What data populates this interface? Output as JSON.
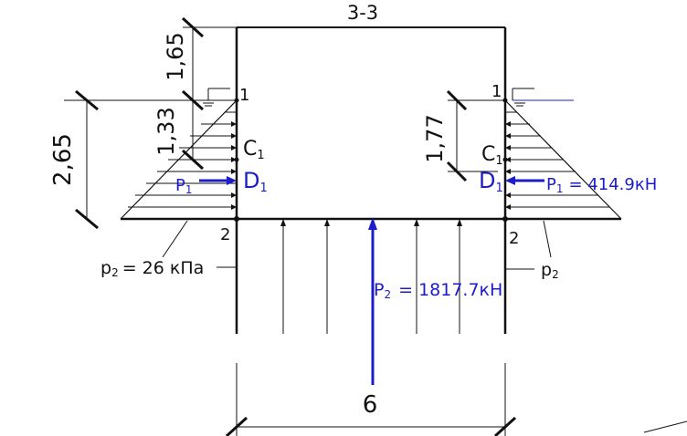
{
  "section_title": "3-3",
  "dimensions": {
    "top_height": "1,65",
    "left_total_height": "2,65",
    "left_centroid_depth": "1,33",
    "right_centroid_depth": "1,77",
    "bottom_width": "6"
  },
  "points": {
    "left_top": "1",
    "right_top": "1",
    "left_bottom": "2",
    "right_bottom": "2",
    "left_centroid_main": "C",
    "left_centroid_sub": "1",
    "right_centroid_main": "C",
    "right_centroid_sub": "1",
    "left_force_point_main": "D",
    "left_force_point_sub": "1",
    "right_force_point_main": "D",
    "right_force_point_sub": "1"
  },
  "loads": {
    "left_P1_main": "P",
    "left_P1_sub": "1",
    "right_P1_main": "P",
    "right_P1_sub": "1",
    "right_P1_value": "= 414.9кН",
    "p2_left_main": "p",
    "p2_left_sub": "2",
    "p2_left_value": "= 26 кПа",
    "p2_right_main": "p",
    "p2_right_sub": "2",
    "P2_main": "P",
    "P2_sub": "2",
    "P2_value": "= 1817.7кН"
  },
  "colors": {
    "line": "#111111",
    "force": "#1c1cc8"
  }
}
